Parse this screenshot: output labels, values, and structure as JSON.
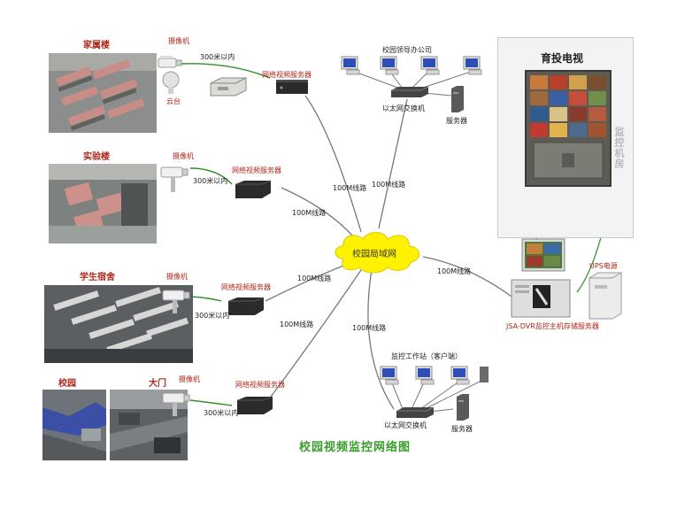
{
  "sites": {
    "family": "家属楼",
    "lab": "实验楼",
    "dorm": "学生宿舍",
    "campus": "校园",
    "gate": "大门"
  },
  "devices": {
    "camera": "摄像机",
    "pan_tilt": "云台",
    "video_server": "网络视频服务器",
    "distance": "300米以内",
    "office": "校园领导办公司",
    "switch": "以太网交换机",
    "server": "服务器",
    "tv_wall": "育投电视",
    "monitor_room": "监控机房",
    "lan": "校园局域网",
    "link": "100M线路",
    "ups": "UPS电源",
    "dvr": "JSA-DVR监控主机存储服务器",
    "workstation": "监控工作站（客户端）"
  },
  "caption": "校园视频监控网络图"
}
